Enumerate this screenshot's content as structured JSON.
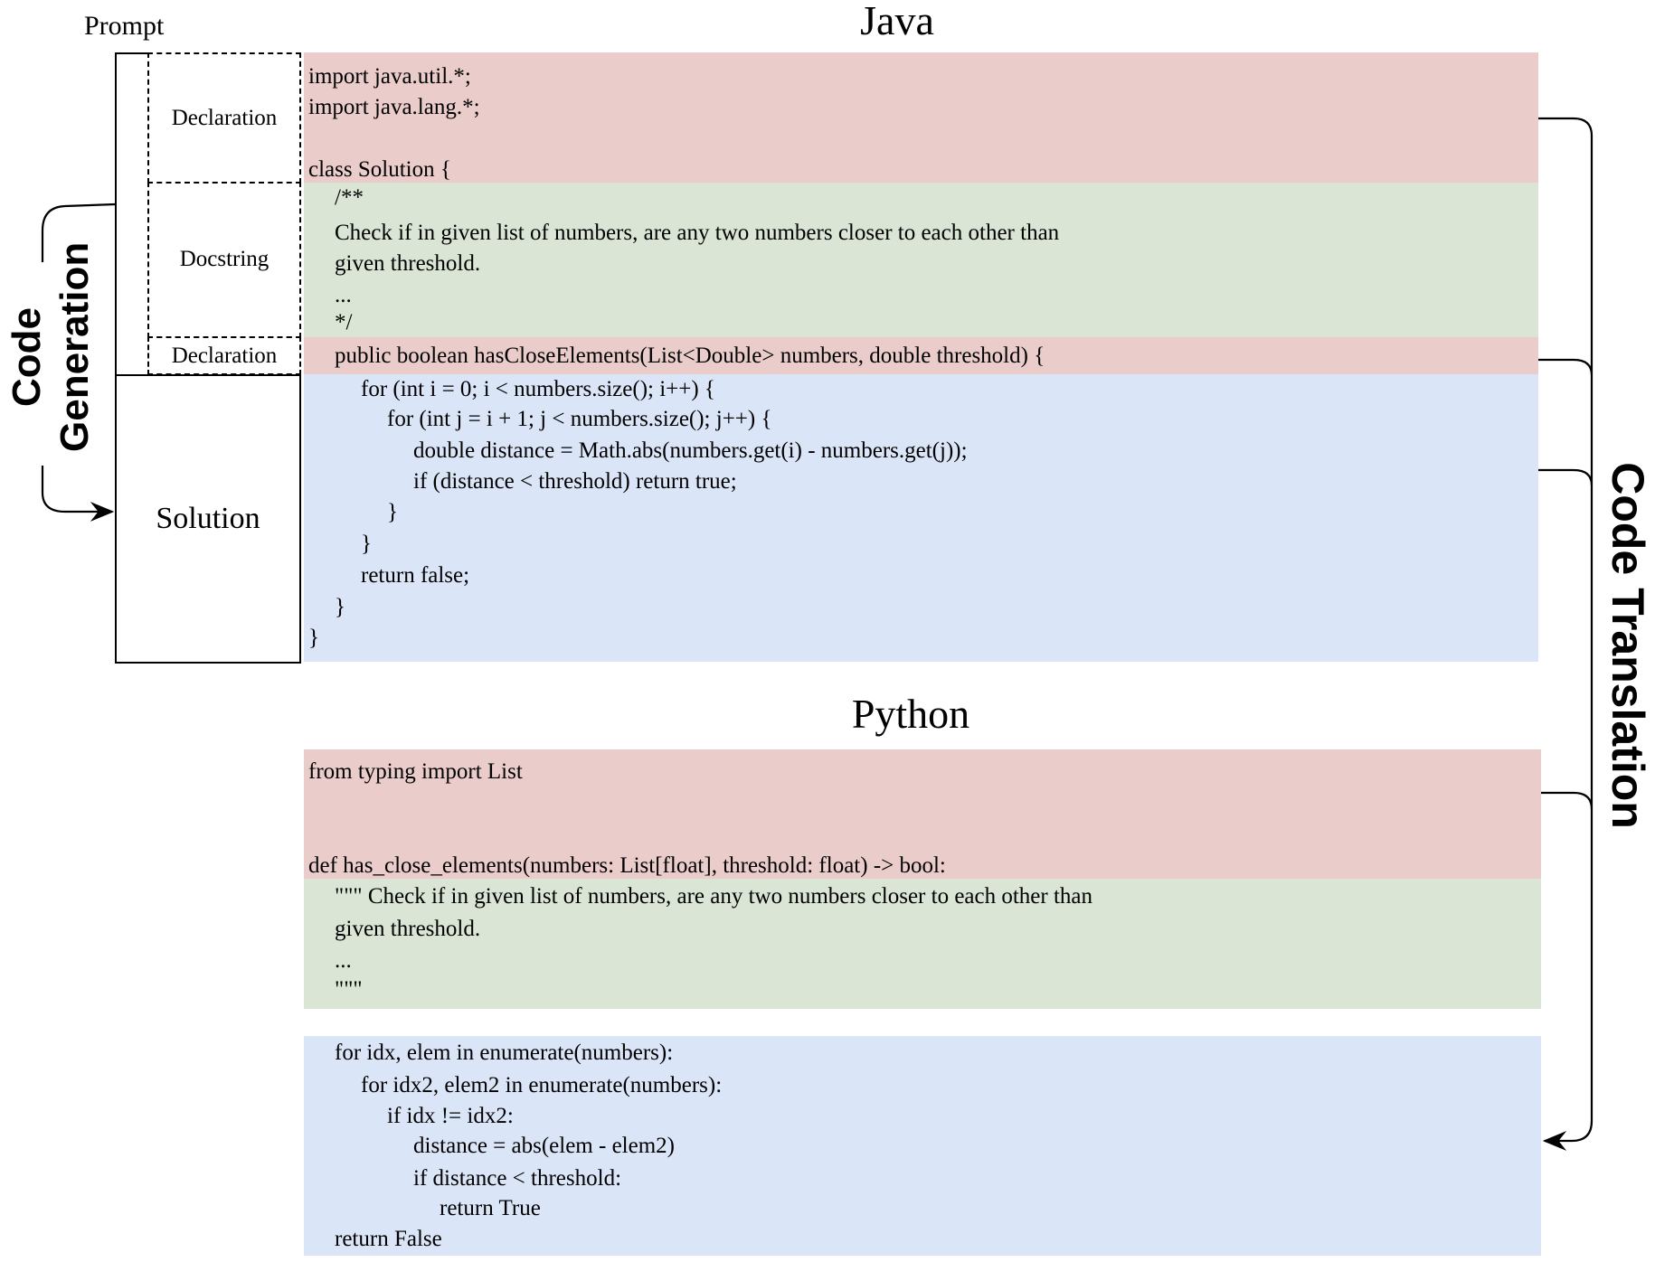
{
  "colors": {
    "declaration": "#eacccb",
    "docstring": "#dae5d5",
    "solution": "#dbe5f8"
  },
  "prompt_label": "Prompt",
  "segments": {
    "declaration_top": "Declaration",
    "docstring": "Docstring",
    "declaration_bottom": "Declaration",
    "solution": "Solution"
  },
  "code_generation": {
    "line1": "Code",
    "line2": "Generation"
  },
  "code_translation": "Code Translation",
  "java": {
    "title": "Java",
    "lines": [
      {
        "text": "import java.util.*;",
        "indent": 0
      },
      {
        "text": "import java.lang.*;",
        "indent": 0
      },
      {
        "text": "class Solution {",
        "indent": 0
      },
      {
        "text": "/**",
        "indent": 1
      },
      {
        "text": "Check if in given list of numbers, are any two numbers closer to each other than",
        "indent": 1
      },
      {
        "text": "given threshold.",
        "indent": 1
      },
      {
        "text": "...",
        "indent": 1
      },
      {
        "text": "*/",
        "indent": 1
      },
      {
        "text": "public boolean hasCloseElements(List<Double> numbers, double threshold) {",
        "indent": 1
      },
      {
        "text": "for (int i = 0; i < numbers.size(); i++) {",
        "indent": 2
      },
      {
        "text": "for (int j = i + 1; j < numbers.size(); j++) {",
        "indent": 3
      },
      {
        "text": "double distance = Math.abs(numbers.get(i) - numbers.get(j));",
        "indent": 4
      },
      {
        "text": "if (distance < threshold) return true;",
        "indent": 4
      },
      {
        "text": "}",
        "indent": 3
      },
      {
        "text": "}",
        "indent": 2
      },
      {
        "text": "return false;",
        "indent": 2
      },
      {
        "text": "}",
        "indent": 1
      },
      {
        "text": "}",
        "indent": 0
      }
    ]
  },
  "python": {
    "title": "Python",
    "lines": [
      {
        "text": "from typing import List",
        "indent": 0
      },
      {
        "text": "def has_close_elements(numbers: List[float], threshold: float) -> bool:",
        "indent": 0
      },
      {
        "text": "\"\"\" Check if in given list of numbers, are any two numbers closer to each other than",
        "indent": 1
      },
      {
        "text": "given threshold.",
        "indent": 1
      },
      {
        "text": "...",
        "indent": 1
      },
      {
        "text": "\"\"\"",
        "indent": 1
      },
      {
        "text": "for idx, elem in enumerate(numbers):",
        "indent": 1
      },
      {
        "text": "for idx2, elem2 in enumerate(numbers):",
        "indent": 2
      },
      {
        "text": "if idx != idx2:",
        "indent": 3
      },
      {
        "text": "distance = abs(elem - elem2)",
        "indent": 4
      },
      {
        "text": "if distance < threshold:",
        "indent": 4
      },
      {
        "text": "return True",
        "indent": 5
      },
      {
        "text": "return False",
        "indent": 1
      }
    ]
  }
}
